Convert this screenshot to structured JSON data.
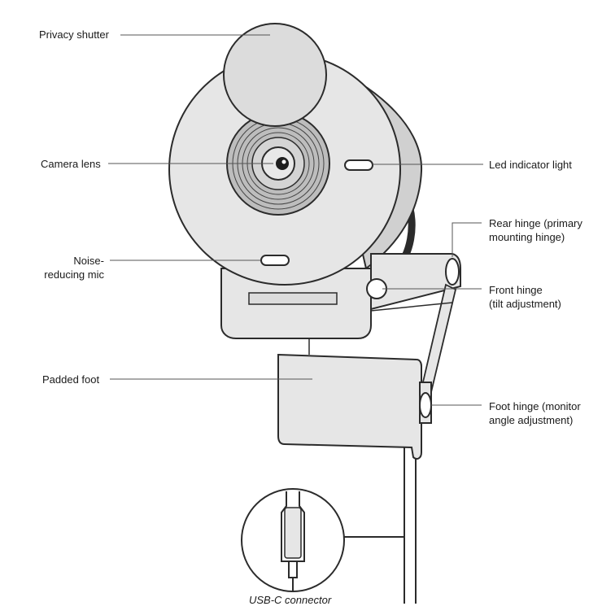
{
  "labels": {
    "privacy_shutter": "Privacy shutter",
    "camera_lens": "Camera lens",
    "mic_line1": "Noise-",
    "mic_line2": "reducing mic",
    "padded_foot": "Padded foot",
    "led_indicator": "Led indicator light",
    "rear_hinge_line1": "Rear hinge (primary",
    "rear_hinge_line2": "mounting hinge)",
    "front_hinge_line1": "Front hinge",
    "front_hinge_line2": "(tilt adjustment)",
    "foot_hinge_line1": "Foot hinge (monitor",
    "foot_hinge_line2": "angle adjustment)",
    "usb_c": "USB-C connector"
  },
  "colors": {
    "stroke": "#2b2b2b",
    "body_fill": "#e6e6e6",
    "shutter_fill": "#dcdcdc",
    "lens_ring_fill": "#bdbdbd",
    "leader_line": "#555555"
  }
}
